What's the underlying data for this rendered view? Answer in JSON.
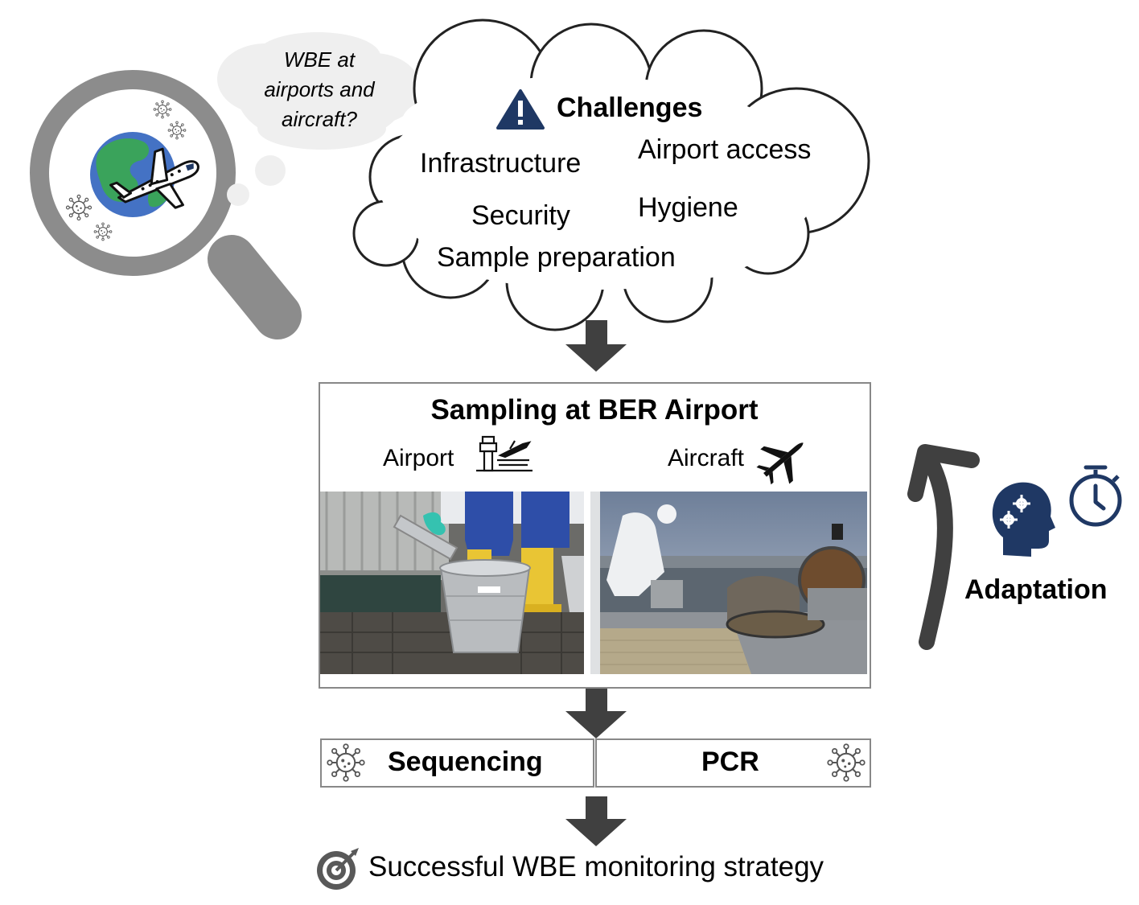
{
  "question": {
    "text": "WBE at airports and aircraft?"
  },
  "challenges": {
    "title": "Challenges",
    "items": [
      "Infrastructure",
      "Airport access",
      "Security",
      "Hygiene",
      "Sample preparation"
    ]
  },
  "sampling": {
    "title": "Sampling at BER Airport",
    "airport_label": "Airport",
    "aircraft_label": "Aircraft"
  },
  "analysis": {
    "left": "Sequencing",
    "right": "PCR"
  },
  "adaptation": {
    "label": "Adaptation"
  },
  "result": {
    "text": "Successful WBE monitoring strategy"
  },
  "colors": {
    "arrow": "#404040",
    "accent_navy": "#1f3864",
    "magnifier": "#8c8c8c",
    "thought_bubble": "#efefef"
  }
}
